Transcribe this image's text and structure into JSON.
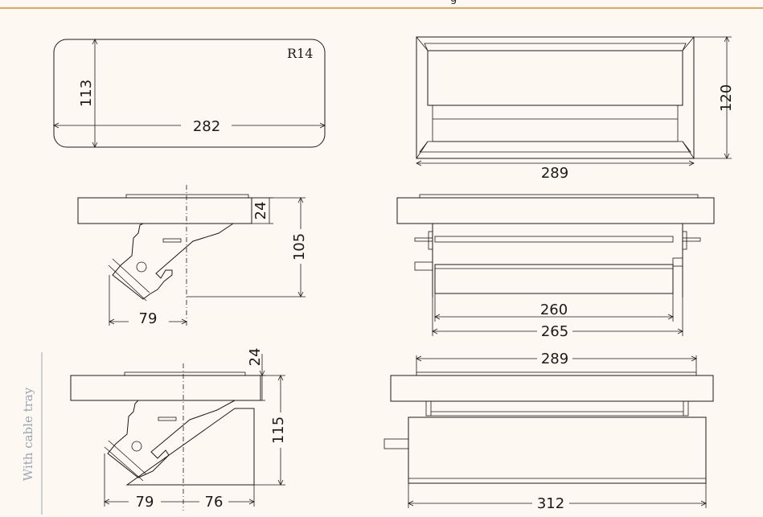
{
  "header": {
    "title": "g"
  },
  "side_label": "With cable tray",
  "radius_label": "R14",
  "dimensions": {
    "top_left_height": "113",
    "top_left_width": "282",
    "top_right_height": "120",
    "top_right_width": "289",
    "mid_left_depth_top": "24",
    "mid_left_depth_total": "105",
    "mid_left_width": "79",
    "mid_right_inner": "260",
    "mid_right_outer": "265",
    "bot_left_depth_top": "24",
    "bot_left_depth_total": "115",
    "bot_left_width_a": "79",
    "bot_left_width_b": "76",
    "bot_right_top": "289",
    "bot_right_bottom": "312"
  },
  "colors": {
    "accent": "#e9a467",
    "background": "#fdf8f2",
    "side_label": "#9aa6b4"
  }
}
